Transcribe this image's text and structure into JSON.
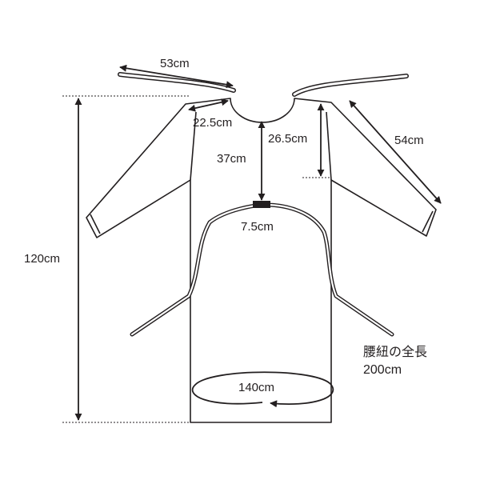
{
  "measurements": {
    "tie_length": "53cm",
    "shoulder": "22.5cm",
    "neck_to_chest": "37cm",
    "armhole": "26.5cm",
    "sleeve": "54cm",
    "neck_band": "7.5cm",
    "total_length": "120cm",
    "hem_width": "140cm"
  },
  "note": {
    "line1": "腰紐の全長",
    "line2": "200cm"
  },
  "colors": {
    "line": "#231f20",
    "background": "#ffffff"
  }
}
